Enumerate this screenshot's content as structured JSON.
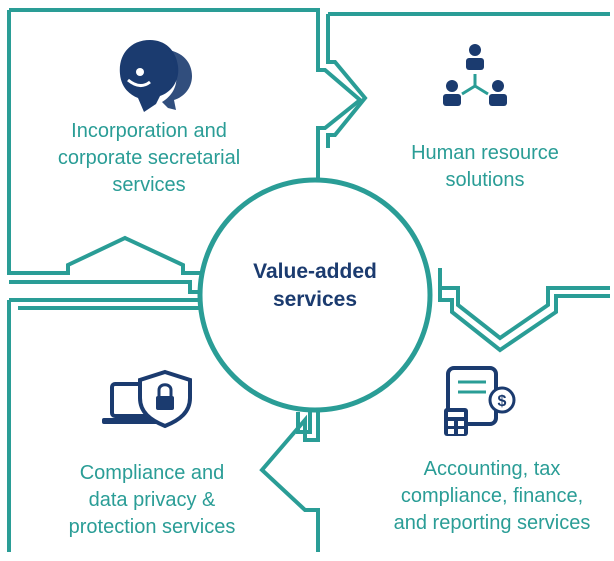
{
  "center": {
    "line1": "Value-added",
    "line2": "services"
  },
  "services": {
    "incorporation": {
      "line1": "Incorporation and",
      "line2": "corporate secretarial",
      "line3": "services",
      "icon": "customer-support-heads-icon"
    },
    "hr": {
      "line1": "Human resource",
      "line2": "solutions",
      "icon": "team-hierarchy-icon"
    },
    "accounting": {
      "line1": "Accounting, tax",
      "line2": "compliance, finance,",
      "line3": "and reporting services",
      "icon": "calculator-document-dollar-icon"
    },
    "compliance": {
      "line1": "Compliance and",
      "line2": "data privacy &",
      "line3": "protection services",
      "icon": "laptop-shield-lock-icon"
    }
  },
  "colors": {
    "teal": "#2a9d96",
    "navy": "#1b3b6f"
  }
}
